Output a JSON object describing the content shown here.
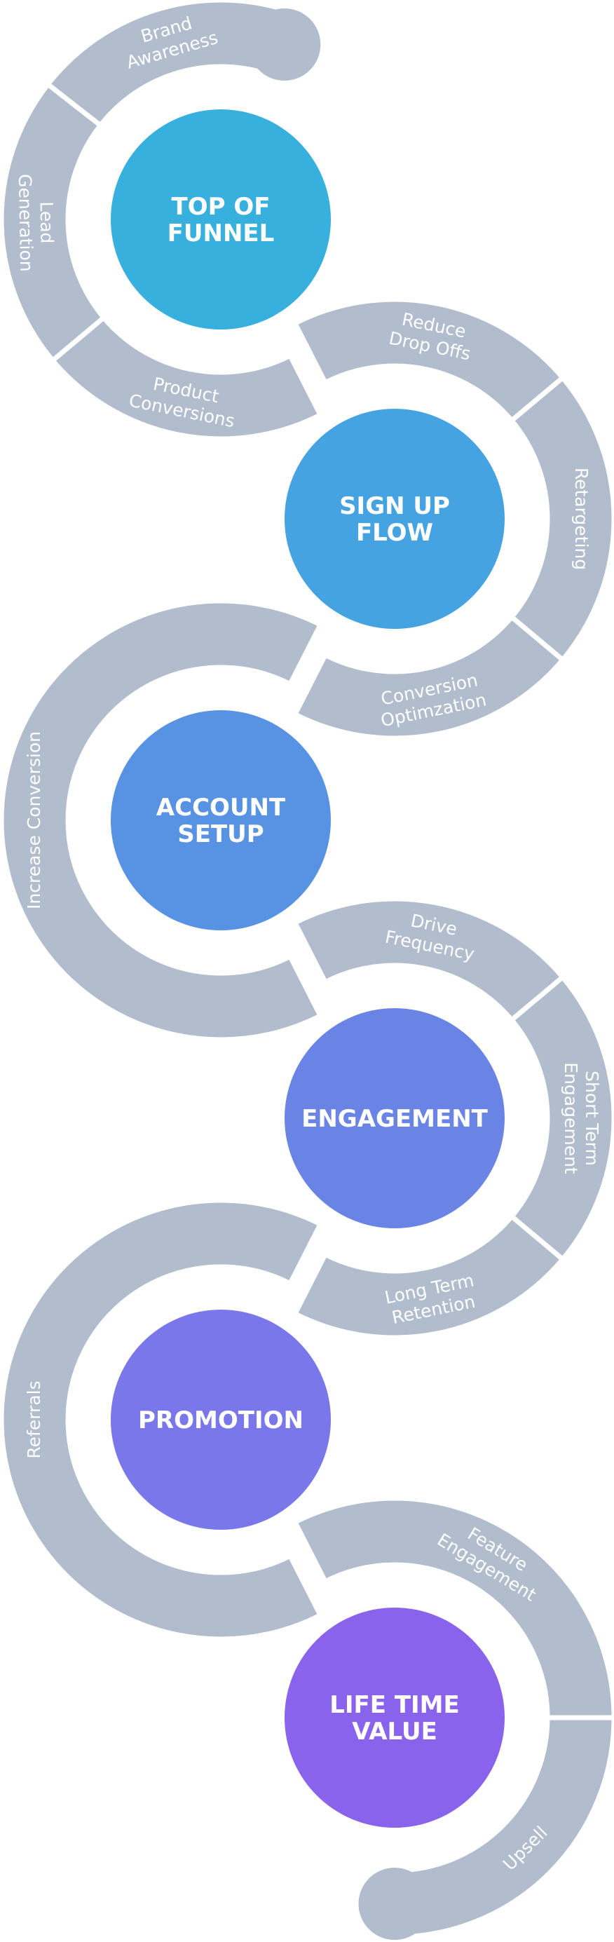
{
  "colors": {
    "ring": "#b1bccd",
    "separator": "#ffffff",
    "background": "#ffffff"
  },
  "stages": [
    {
      "title_lines": [
        "TOP OF",
        "FUNNEL"
      ],
      "color": "#38b0de",
      "segments": [
        {
          "label_lines": [
            "Brand",
            "Awareness"
          ]
        },
        {
          "label_lines": [
            "Lead",
            "Generation"
          ]
        },
        {
          "label_lines": [
            "Product",
            "Conversions"
          ]
        }
      ]
    },
    {
      "title_lines": [
        "SIGN UP",
        "FLOW"
      ],
      "color": "#46a3e2",
      "segments": [
        {
          "label_lines": [
            "Reduce",
            "Drop Offs"
          ]
        },
        {
          "label_lines": [
            "Retargeting"
          ]
        },
        {
          "label_lines": [
            "Conversion",
            "Optimzation"
          ]
        }
      ]
    },
    {
      "title_lines": [
        "ACCOUNT",
        "SETUP"
      ],
      "color": "#5892e3",
      "segments": [
        {
          "label_lines": [
            "Increase Conversion"
          ]
        }
      ]
    },
    {
      "title_lines": [
        "ENGAGEMENT"
      ],
      "color": "#6a84e5",
      "segments": [
        {
          "label_lines": [
            "Drive",
            "Frequency"
          ]
        },
        {
          "label_lines": [
            "Short Term",
            "Engagement"
          ]
        },
        {
          "label_lines": [
            "Long Term",
            "Retention"
          ]
        }
      ]
    },
    {
      "title_lines": [
        "PROMOTION"
      ],
      "color": "#7a77ea",
      "segments": [
        {
          "label_lines": [
            "Referrals"
          ]
        }
      ]
    },
    {
      "title_lines": [
        "LIFE TIME",
        "VALUE"
      ],
      "color": "#8a63ec",
      "segments": [
        {
          "label_lines": [
            "Feature",
            "Engagement"
          ]
        },
        {
          "label_lines": [
            "Upsell"
          ]
        }
      ]
    }
  ]
}
